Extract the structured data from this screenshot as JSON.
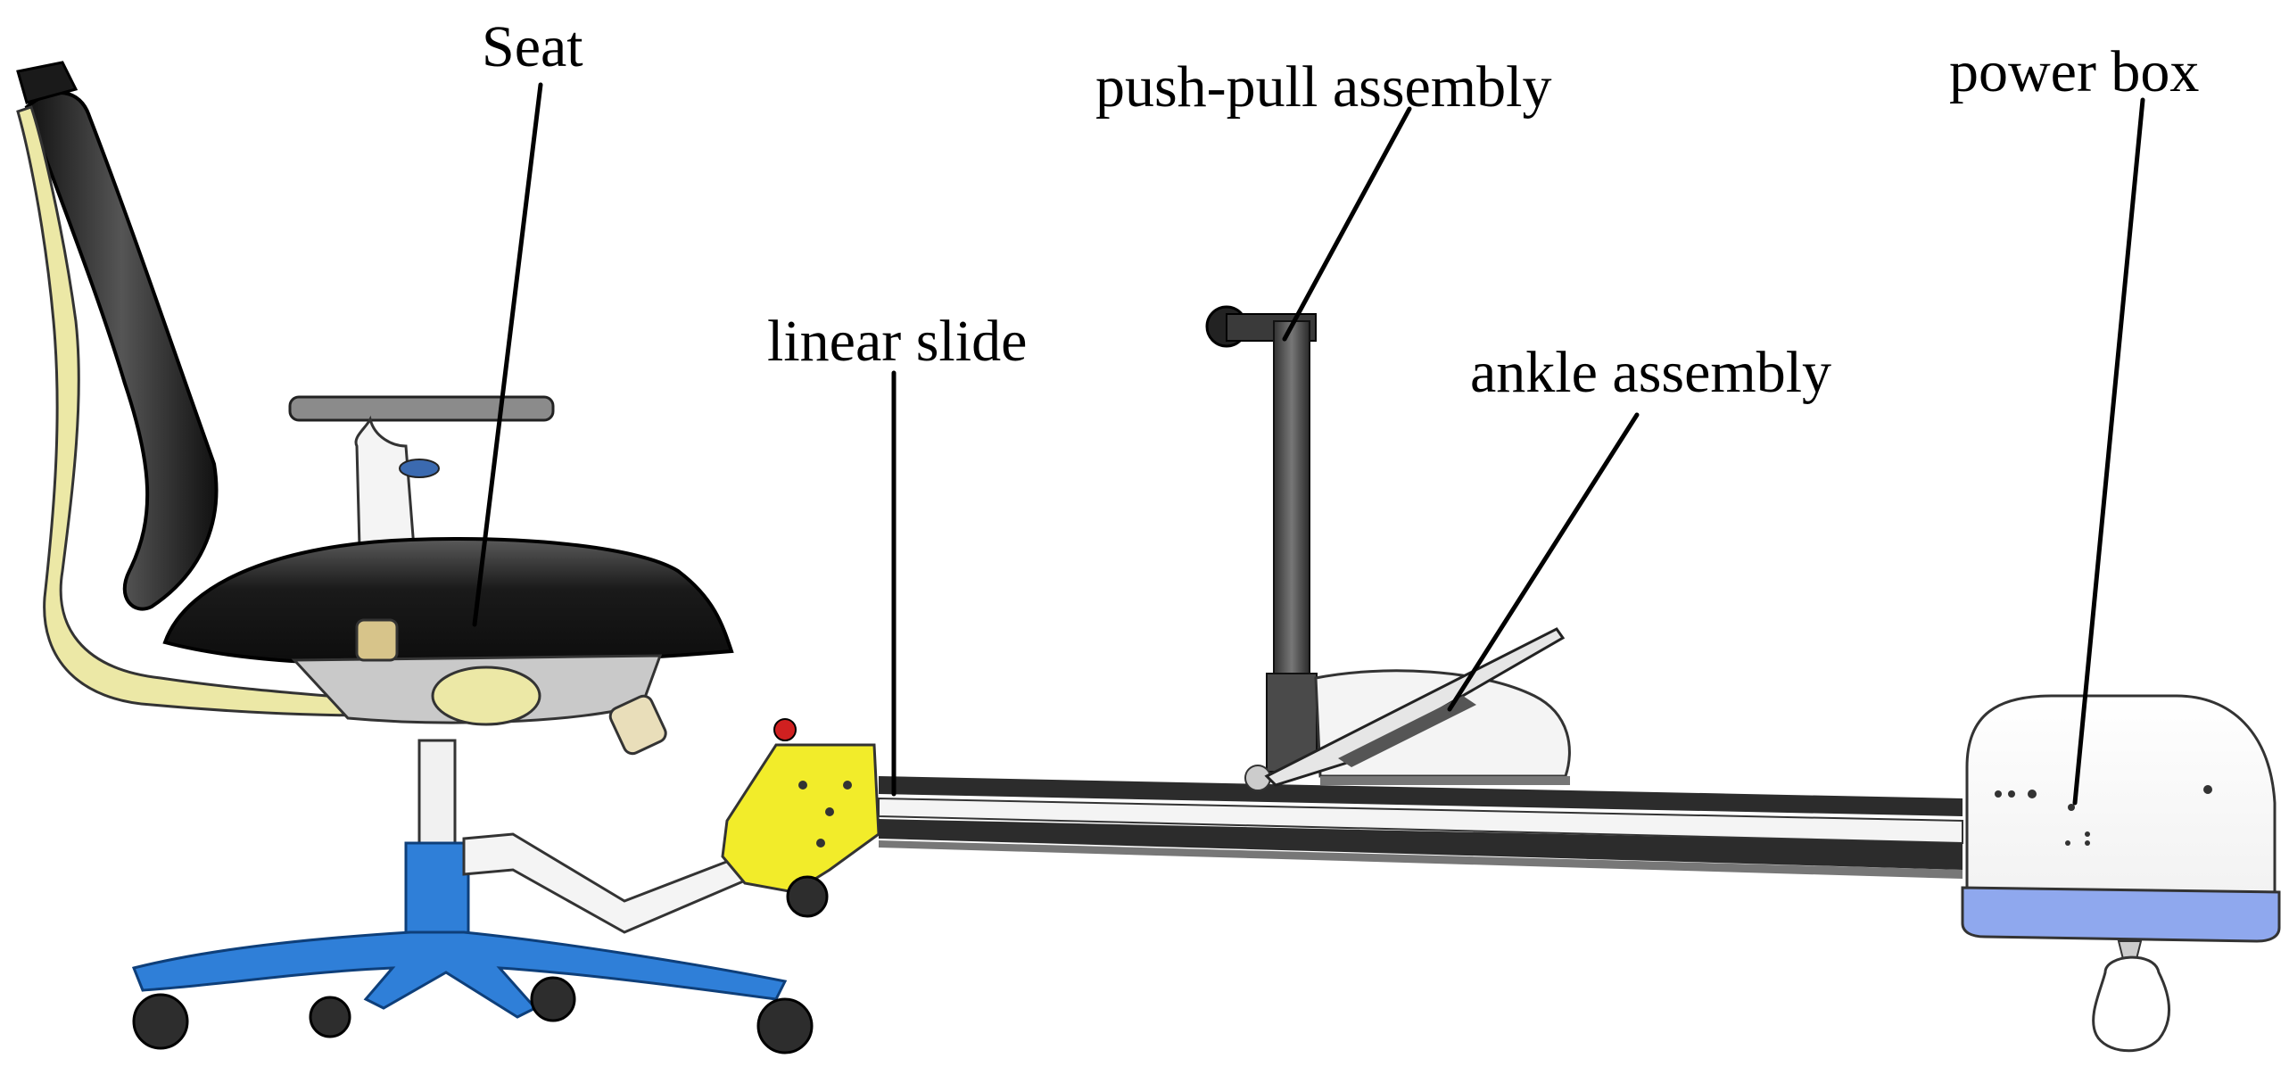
{
  "labels": {
    "seat": "Seat",
    "push_pull": "push-pull assembly",
    "power_box": "power box",
    "linear_slide": "linear slide",
    "ankle": "ankle assembly"
  },
  "colors": {
    "chair_base": "#2f7fd8",
    "chair_frame": "#ece8a6",
    "seat_black": "#1b1b1b",
    "slide_bracket": "#f2ec2a",
    "power_box_base": "#8fa8ee",
    "rail": "#2c2c2c"
  }
}
